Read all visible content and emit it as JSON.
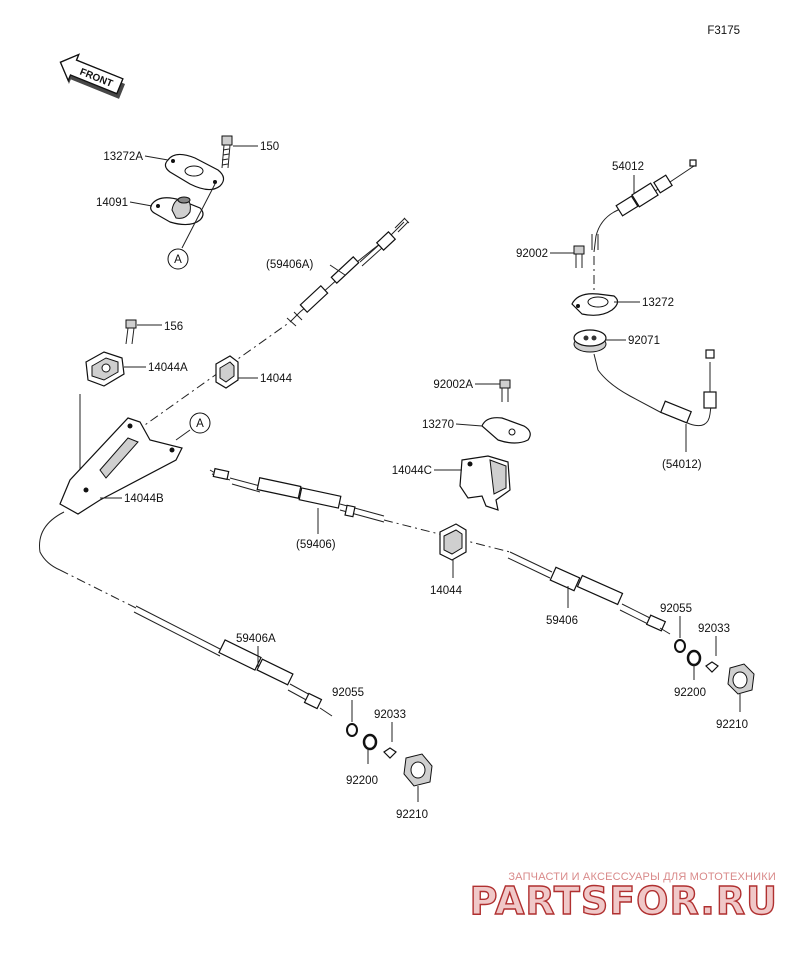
{
  "figure_code": "F3175",
  "front_label": "FRONT",
  "callout_marker": "A",
  "labels": {
    "p13272A": "13272A",
    "p150": "150",
    "p14091": "14091",
    "p59406A_paren": "(59406A)",
    "p156": "156",
    "p14044A": "14044A",
    "p14044_upper": "14044",
    "p14044B": "14044B",
    "p54012": "54012",
    "p92002": "92002",
    "p13272": "13272",
    "p92071": "92071",
    "p54012_paren": "(54012)",
    "p92002A": "92002A",
    "p13270": "13270",
    "p14044C": "14044C",
    "p59406_paren": "(59406)",
    "p14044_lower": "14044",
    "p59406": "59406",
    "p92055_right": "92055",
    "p92033_right": "92033",
    "p92200_right": "92200",
    "p92210_right": "92210",
    "p59406A": "59406A",
    "p92055_left": "92055",
    "p92033_left": "92033",
    "p92200_left": "92200",
    "p92210_left": "92210"
  },
  "watermark": {
    "tagline": "ЗАПЧАСТИ И АКСЕССУАРЫ ДЛЯ МОТОТЕХНИКИ",
    "brand": "PARTSFOR.RU"
  }
}
